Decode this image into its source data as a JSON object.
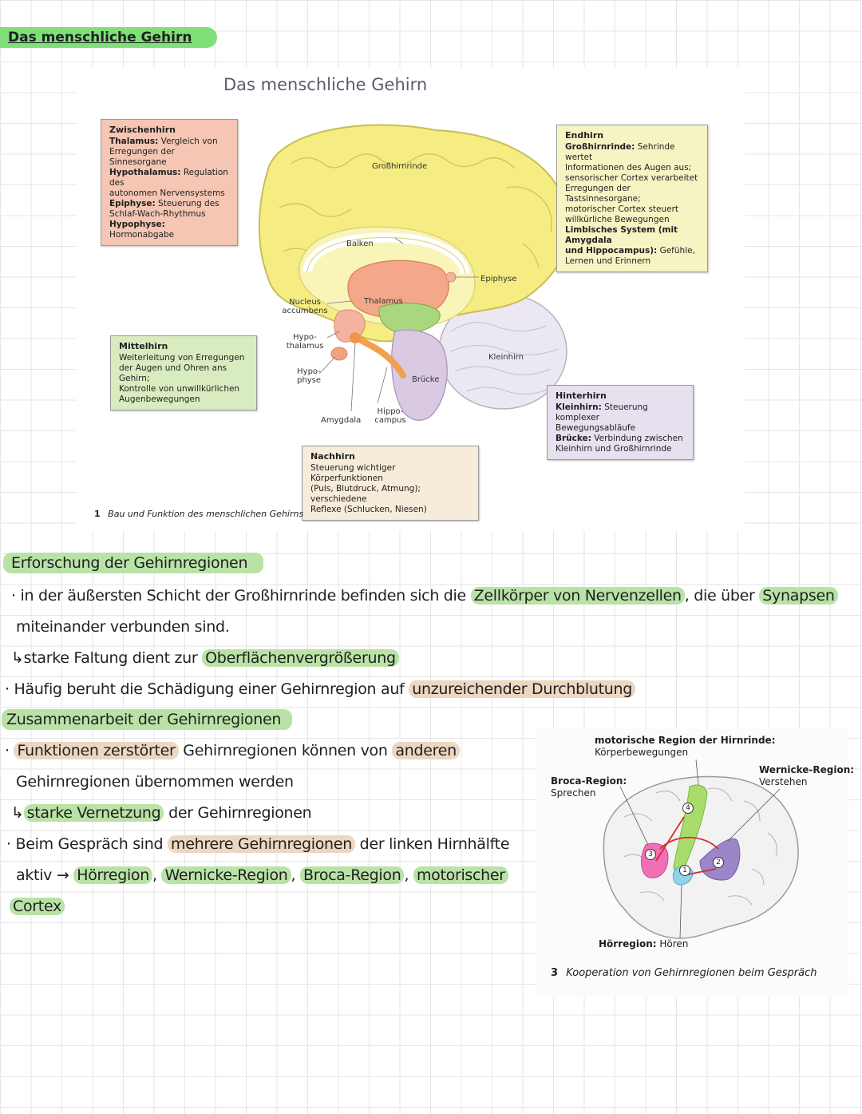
{
  "page_title": "Das menschliche Gehirn",
  "figure1": {
    "title": "Das menschliche Gehirn",
    "caption_num": "1",
    "caption": "Bau und Funktion des menschlichen Gehirns",
    "boxes": {
      "zwischenhirn": {
        "title": "Zwischenhirn",
        "lines": [
          {
            "term": "Thalamus:",
            "text": " Vergleich von"
          },
          {
            "term": "",
            "text": "Erregungen der Sinnesorgane"
          },
          {
            "term": "Hypothalamus:",
            "text": " Regulation des"
          },
          {
            "term": "",
            "text": "autonomen Nervensystems"
          },
          {
            "term": "Epiphyse:",
            "text": " Steuerung des"
          },
          {
            "term": "",
            "text": "Schlaf-Wach-Rhythmus"
          },
          {
            "term": "Hypophyse:",
            "text": " Hormonabgabe"
          }
        ]
      },
      "endhirn": {
        "title": "Endhirn",
        "lines": [
          {
            "term": "Großhirnrinde:",
            "text": " Sehrinde wertet"
          },
          {
            "term": "",
            "text": "Informationen des Augen aus;"
          },
          {
            "term": "",
            "text": "sensorischer Cortex verarbeitet"
          },
          {
            "term": "",
            "text": "Erregungen der Tastsinnesorgane;"
          },
          {
            "term": "",
            "text": "motorischer Cortex steuert"
          },
          {
            "term": "",
            "text": "willkürliche Bewegungen"
          },
          {
            "term": "Limbisches System (mit Amygdala",
            "text": ""
          },
          {
            "term": "und Hippocampus):",
            "text": " Gefühle,"
          },
          {
            "term": "",
            "text": "Lernen und Erinnern"
          }
        ]
      },
      "mittelhirn": {
        "title": "Mittelhirn",
        "lines": [
          {
            "term": "",
            "text": "Weiterleitung von Erregungen"
          },
          {
            "term": "",
            "text": "der Augen und Ohren ans Gehirn;"
          },
          {
            "term": "",
            "text": "Kontrolle von unwillkürlichen"
          },
          {
            "term": "",
            "text": "Augenbewegungen"
          }
        ]
      },
      "hinterhirn": {
        "title": "Hinterhirn",
        "lines": [
          {
            "term": "Kleinhirn:",
            "text": " Steuerung komplexer"
          },
          {
            "term": "",
            "text": "Bewegungsabläufe"
          },
          {
            "term": "Brücke:",
            "text": " Verbindung zwischen"
          },
          {
            "term": "",
            "text": "Kleinhirn und Großhirnrinde"
          }
        ]
      },
      "nachhirn": {
        "title": "Nachhirn",
        "lines": [
          {
            "term": "",
            "text": "Steuerung wichtiger Körperfunktionen"
          },
          {
            "term": "",
            "text": "(Puls, Blutdruck, Atmung); verschiedene"
          },
          {
            "term": "",
            "text": "Reflexe (Schlucken, Niesen)"
          }
        ]
      }
    },
    "labels": {
      "grosshirnrinde": "Großhirnrinde",
      "balken": "Balken",
      "epiphyse": "Epiphyse",
      "nucleus": "Nucleus accumbens",
      "thalamus": "Thalamus",
      "hypothalamus": "Hypo- thalamus",
      "hypophyse": "Hypo- physe",
      "kleinhirn": "Kleinhirn",
      "bruecke": "Brücke",
      "amygdala": "Amygdala",
      "hippocampus": "Hippo- campus"
    },
    "colors": {
      "zwischenhirn": "#f4c6b3",
      "endhirn": "#f7f4c4",
      "mittelhirn": "#d9ecc0",
      "hinterhirn": "#e6e0ef",
      "nachhirn": "#f6ecd9",
      "cortex": "#f5ec82",
      "cerebellum": "#ece8f2"
    }
  },
  "section_research": {
    "heading": "Erforschung der Gehirnregionen",
    "bullet1": {
      "pre": "in der äußersten Schicht der Großhirnrinde befinden sich die ",
      "hl1": "Zellkörper von Nervenzellen",
      "mid": ", die über ",
      "hl2": "Synapsen",
      "cont": "miteinander verbunden sind."
    },
    "arrow1": {
      "pre": "starke Faltung dient zur ",
      "hl": "Oberflächenvergrößerung"
    },
    "bullet2": {
      "pre": "Häufig beruht die Schädigung einer Gehirnregion auf ",
      "hl": "unzureichender Durchblutung"
    }
  },
  "section_cooperation": {
    "heading": "Zusammenarbeit der Gehirnregionen",
    "bullet1": {
      "hl1": "Funktionen zerstörter",
      "mid": " Gehirnregionen können von ",
      "hl2": "anderen",
      "cont": "Gehirnregionen übernommen werden"
    },
    "arrow1": {
      "hl": "starke Vernetzung",
      "post": " der Gehirnregionen"
    },
    "bullet2": {
      "pre": "Beim Gespräch sind ",
      "hl": "mehrere Gehirnregionen",
      "post": " der linken Hirnhälfte",
      "line2_pre": "aktiv → ",
      "regions": [
        "Hörregion",
        "Wernicke-Region",
        "Broca-Region",
        "motorischer"
      ],
      "last": "Cortex"
    }
  },
  "figure3": {
    "motor_title": "motorische Region der Hirnrinde:",
    "motor_text": "Körperbewegungen",
    "broca_title": "Broca-Region:",
    "broca_text": "Sprechen",
    "wernicke_title": "Wernicke-Region:",
    "wernicke_text": "Verstehen",
    "hoer_title": "Hörregion:",
    "hoer_text": " Hören",
    "markers": [
      "1",
      "2",
      "3",
      "4"
    ],
    "caption_num": "3",
    "caption": "Kooperation von Gehirnregionen beim Gespräch"
  }
}
